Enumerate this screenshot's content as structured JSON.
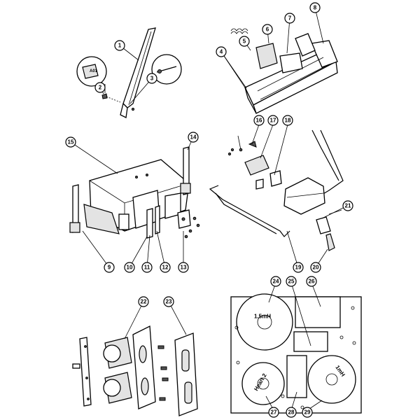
{
  "diagram": {
    "callouts": [
      "1",
      "2",
      "3",
      "4",
      "5",
      "6",
      "7",
      "8",
      "9",
      "10",
      "11",
      "12",
      "13",
      "14",
      "15",
      "16",
      "17",
      "18",
      "19",
      "20",
      "21",
      "22",
      "23",
      "24",
      "25",
      "26",
      "27",
      "28",
      "29"
    ],
    "panel_labels": {
      "inductor_large": "1.5mH",
      "inductor_small_left": "Heart 2",
      "inductor_small_right": "1mH"
    },
    "colors": {
      "line": "#000000",
      "fill": "#ffffff",
      "shade": "#e3e3e3"
    }
  }
}
